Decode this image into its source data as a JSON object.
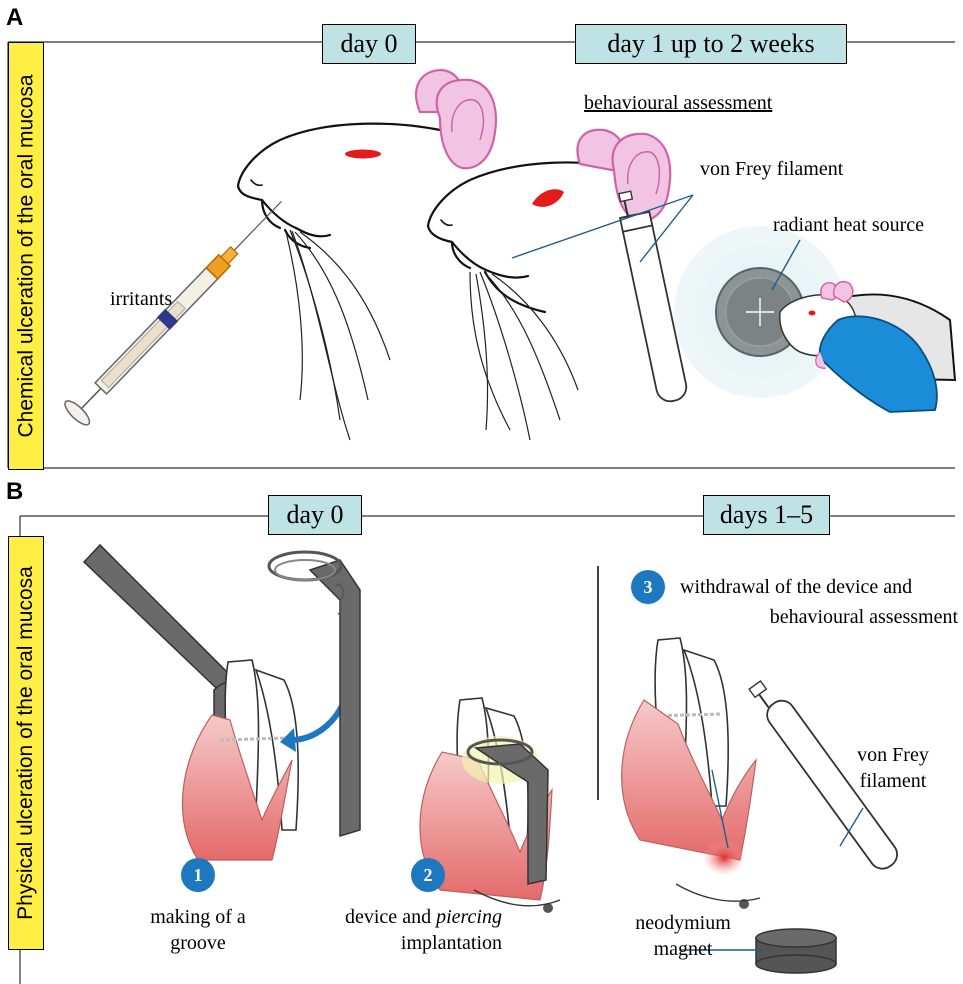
{
  "panel_a": {
    "letter": "A",
    "side_label": "Chemical ulceration of the oral mucosa",
    "time_boxes": [
      "day 0",
      "day 1 up to 2 weeks"
    ],
    "labels": {
      "behavioural": "behavioural assessment",
      "von_frey": "von Frey filament",
      "radiant": "radiant heat source",
      "irritants": "irritants"
    }
  },
  "panel_b": {
    "letter": "B",
    "side_label": "Physical ulceration of the oral mucosa",
    "time_boxes": [
      "day 0",
      "days 1–5"
    ],
    "steps": [
      {
        "number": "1",
        "label_line1": "making of a",
        "label_line2": "groove"
      },
      {
        "number": "2",
        "label_line1_pre": "device and ",
        "label_line1_italic": "piercing",
        "label_line2": "implantation"
      },
      {
        "number": "3",
        "label_line1": "withdrawal of the device and",
        "label_line2": "behavioural assessment"
      }
    ],
    "labels": {
      "von_frey_line1": "von Frey",
      "von_frey_line2": "filament",
      "magnet_line1": "neodymium",
      "magnet_line2": "magnet"
    }
  },
  "colors": {
    "side_label_bg": "#ffee44",
    "time_box_bg": "#bfe3e4",
    "badge": "#1e78c0",
    "ear_pink": "#f2c4e4",
    "eye_red": "#e41b1b",
    "syringe_orange": "#f0a020",
    "glove_blue": "#1a8cd8",
    "device_gray": "#6a6a6a",
    "gum_red": "#e46a6a"
  }
}
